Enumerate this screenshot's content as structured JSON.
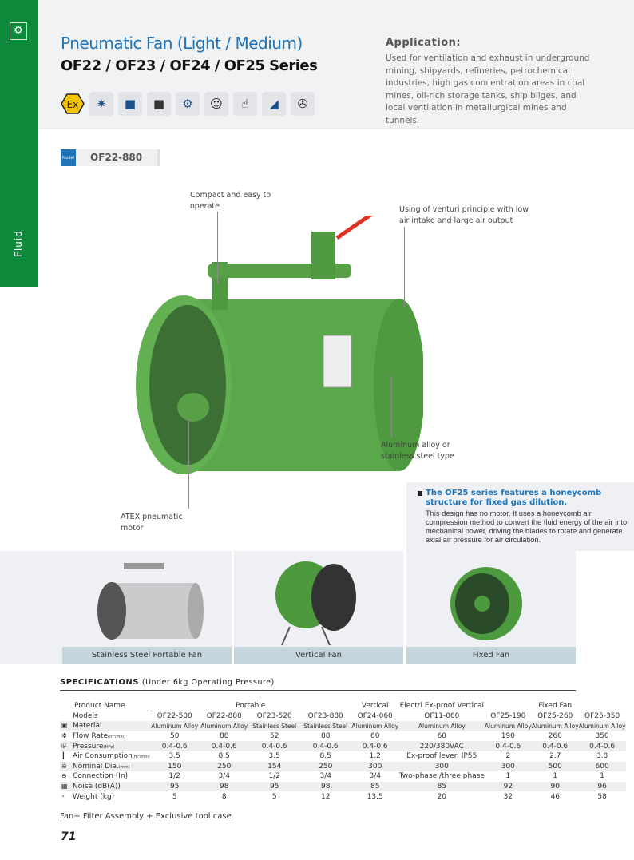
{
  "sidebar": {
    "section": "Fluid",
    "logo_icon": "pneumatic-tool-icon"
  },
  "header": {
    "title": "Pneumatic Fan (Light / Medium)",
    "subtitle": "OF22 / OF23 / OF24 / OF25 Series",
    "feature_icons": [
      "ex-proof-icon",
      "spark-free-icon",
      "aluminum-material-icon",
      "steel-material-icon",
      "air-motor-icon",
      "maintenance-icon",
      "easy-operate-icon",
      "ventilation-icon",
      "fan-icon"
    ],
    "application_heading": "Application:",
    "application_text": "Used for ventilation and exhaust in underground mining, shipyards, refineries, petrochemical industries, high gas concentration areas in coal mines, oil-rich storage tanks, ship bilges, and local ventilation in metallurgical mines and tunnels."
  },
  "model": {
    "tag": "Model",
    "name": "OF22-880"
  },
  "callouts": {
    "compact": "Compact and easy to operate",
    "venturi": "Using of venturi principle with low air intake and large air output",
    "material": "Aluminum alloy or stainless steel type",
    "motor": "ATEX pneumatic motor"
  },
  "info": {
    "heading": "The OF25 series features a honeycomb structure for fixed gas dilution.",
    "text": "This design has no motor. It uses a honeycomb air compression method to convert the fluid energy of the air into mechanical power, driving the blades to rotate and generate axial air pressure for air circulation."
  },
  "gallery": [
    {
      "caption": "Stainless Steel Portable Fan"
    },
    {
      "caption": "Vertical Fan"
    },
    {
      "caption": "Fixed Fan"
    }
  ],
  "specs": {
    "heading": "SPECIFICATIONS",
    "subheading": "(Under 6kg Operating Pressure)",
    "groups": {
      "product_name": "Product Name",
      "portable": "Portable",
      "vertical": "Vertical",
      "electric": "Electri Ex-proof Vertical",
      "fixed": "Fixed Fan"
    },
    "rows": [
      {
        "label": "Models",
        "icon": "",
        "values": [
          "OF22-500",
          "OF22-880",
          "OF23-520",
          "OF23-880",
          "OF24-060",
          "OF11-060",
          "OF25-190",
          "OF25-260",
          "OF25-350"
        ]
      },
      {
        "label": "Material",
        "icon": "material-icon",
        "values": [
          "Aluminum Alloy",
          "Aluminum Alloy",
          "Stainless Steel",
          "Stainless Steel",
          "Aluminum Alloy",
          "Aluminum Alloy",
          "Aluminum Alloy",
          "Aluminum Alloy",
          "Aluminum Alloy"
        ]
      },
      {
        "label": "Flow Rate",
        "unit": "(m³/min)",
        "icon": "fan-icon",
        "values": [
          "50",
          "88",
          "52",
          "88",
          "60",
          "60",
          "190",
          "260",
          "350"
        ]
      },
      {
        "label": "Pressure",
        "unit": "(MPa)",
        "icon": "pressure-icon",
        "values": [
          "0.4-0.6",
          "0.4-0.6",
          "0.4-0.6",
          "0.4-0.6",
          "0.4-0.6",
          "220/380VAC",
          "0.4-0.6",
          "0.4-0.6",
          "0.4-0.6"
        ]
      },
      {
        "label": "Air Consumption",
        "unit": "(m³/min)",
        "icon": "air-consumption-icon",
        "values": [
          "3.5",
          "8.5",
          "3.5",
          "8.5",
          "1.2",
          "Ex-proof leverl IP55",
          "2",
          "2.7",
          "3.8"
        ]
      },
      {
        "label": "Nominal Dia.",
        "unit": "(mm)",
        "icon": "diameter-icon",
        "values": [
          "150",
          "250",
          "154",
          "250",
          "300",
          "300",
          "300",
          "500",
          "600"
        ]
      },
      {
        "label": "Connection (In)",
        "icon": "connection-icon",
        "values": [
          "1/2",
          "3/4",
          "1/2",
          "3/4",
          "3/4",
          "Two-phase /three phase",
          "1",
          "1",
          "1"
        ]
      },
      {
        "label": "Noise (dB(A))",
        "icon": "noise-icon",
        "values": [
          "95",
          "98",
          "95",
          "98",
          "85",
          "85",
          "92",
          "90",
          "96"
        ]
      },
      {
        "label": "Weight (kg)",
        "icon": "weight-icon",
        "values": [
          "5",
          "8",
          "5",
          "12",
          "13.5",
          "20",
          "32",
          "46",
          "58"
        ]
      }
    ]
  },
  "note": "Fan+ Filter Assembly + Exclusive tool case",
  "page_number": "71",
  "colors": {
    "brand_green": "#0f8a3c",
    "title_blue": "#1f73b7",
    "fan_green": "#5aa84a"
  }
}
